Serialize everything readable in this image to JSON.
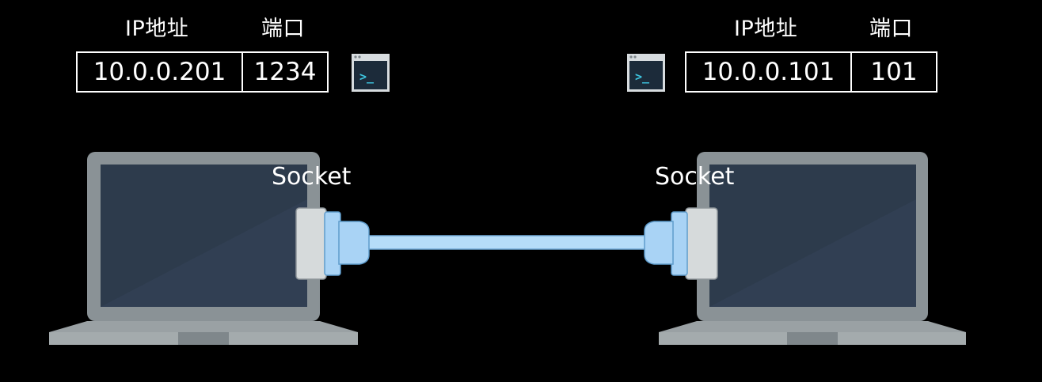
{
  "left": {
    "ip_header": "IP地址",
    "port_header": "端口",
    "ip": "10.0.0.201",
    "port": "1234",
    "socket_label": "Socket",
    "terminal_glyph": ">_"
  },
  "right": {
    "ip_header": "IP地址",
    "port_header": "端口",
    "ip": "10.0.0.101",
    "port": "101",
    "socket_label": "Socket",
    "terminal_glyph": ">_"
  },
  "colors": {
    "background": "#000000",
    "laptop_body": "#8a9296",
    "laptop_base": "#9aa1a4",
    "screen": "#2d3b4c",
    "plug_shell": "#d6dadb",
    "plug_connector": "#a9d3f5",
    "cable": "#b5dcf8",
    "terminal_frame": "#d7dcdf",
    "terminal_screen": "#1c2b3a",
    "terminal_prompt": "#3ec6e0"
  }
}
